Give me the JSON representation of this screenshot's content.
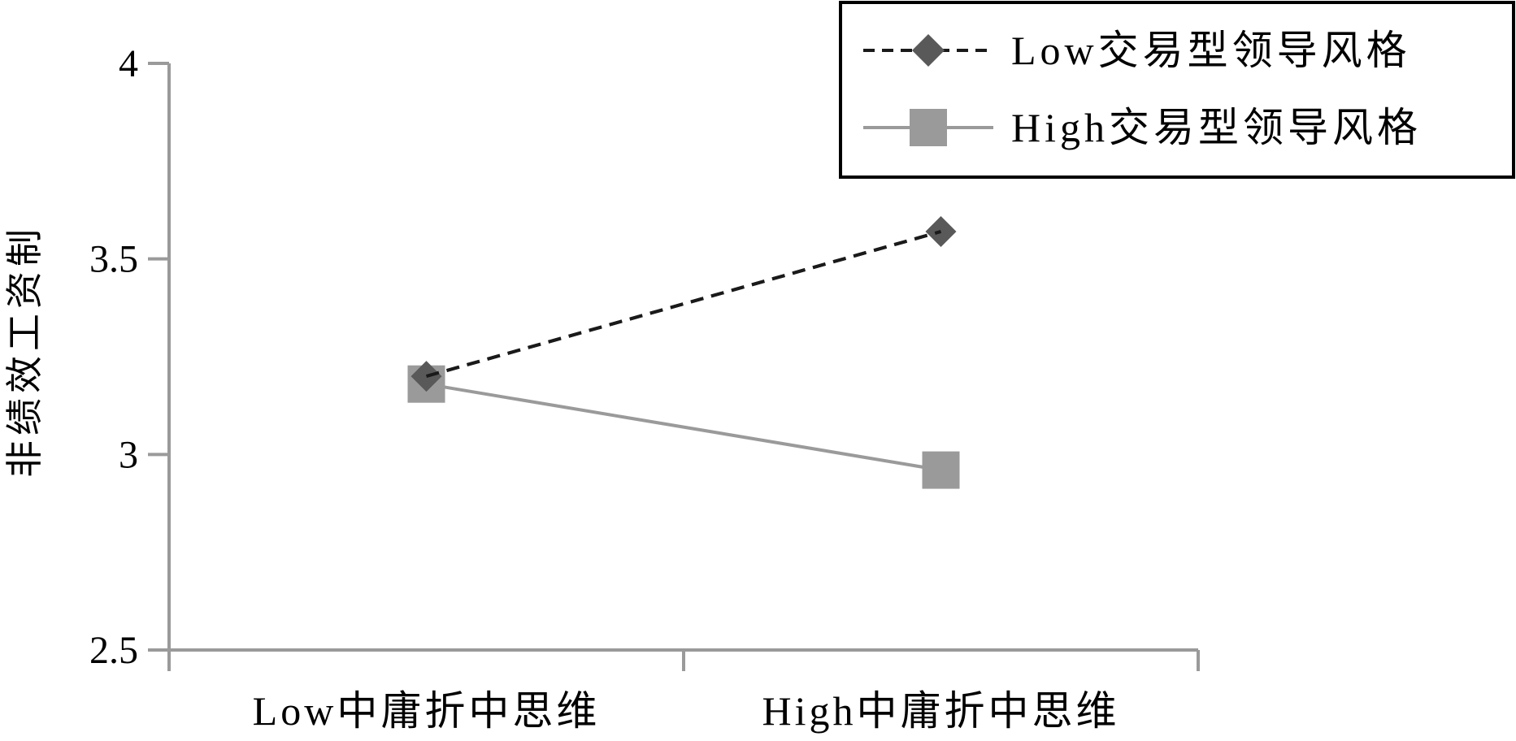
{
  "chart_data": {
    "type": "line",
    "title": "",
    "xlabel": "",
    "ylabel": "非绩效工资制",
    "categories": [
      "Low中庸折中思维",
      "High中庸折中思维"
    ],
    "ylim": [
      2.5,
      4
    ],
    "yticks": [
      "4",
      "3.5",
      "3",
      "2.5"
    ],
    "ytick_values": [
      4,
      3.5,
      3,
      2.5
    ],
    "series": [
      {
        "name": "Low交易型领导风格",
        "values": [
          3.2,
          3.57
        ],
        "marker": "diamond",
        "line_style": "dashed",
        "line_color": "#1a1a1a",
        "marker_color": "#595959"
      },
      {
        "name": "High交易型领导风格",
        "values": [
          3.18,
          2.96
        ],
        "marker": "square",
        "line_style": "solid",
        "line_color": "#9a9a9a",
        "marker_color": "#9a9a9a"
      }
    ],
    "legend_position": "top-right",
    "grid": false
  }
}
